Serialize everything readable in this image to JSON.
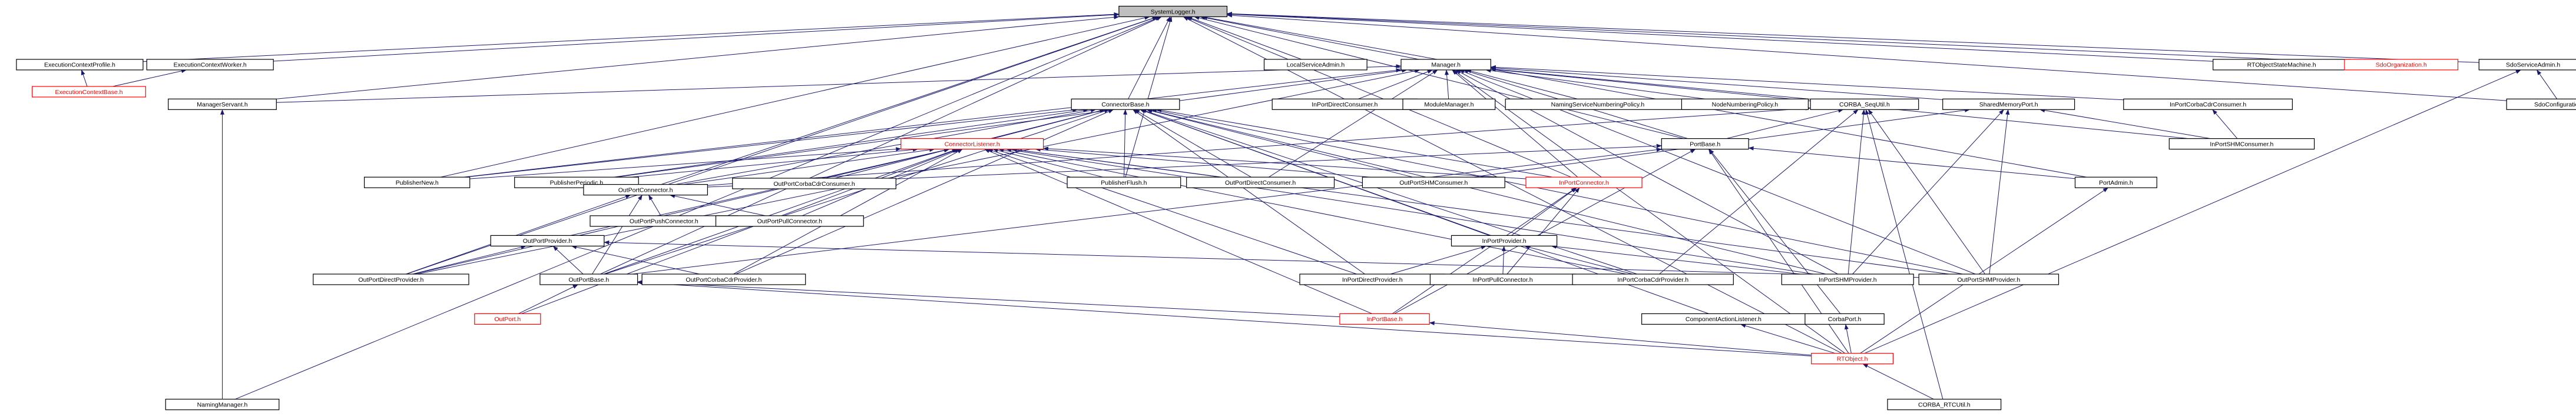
{
  "graph": {
    "edge_color": "#191970",
    "red_node_color": "#ff0000",
    "root_fill": "#bfbfbf",
    "nodes": [
      {
        "id": "SystemLogger",
        "label": "SystemLogger.h",
        "style": "root"
      },
      {
        "id": "ExecutionContextProfile",
        "label": "ExecutionContextProfile.h"
      },
      {
        "id": "ExecutionContextWorker",
        "label": "ExecutionContextWorker.h"
      },
      {
        "id": "ExecutionContextBase",
        "label": "ExecutionContextBase.h",
        "style": "red"
      },
      {
        "id": "ManagerServant",
        "label": "ManagerServant.h"
      },
      {
        "id": "LocalServiceAdmin",
        "label": "LocalServiceAdmin.h"
      },
      {
        "id": "Manager",
        "label": "Manager.h"
      },
      {
        "id": "RTObjectStateMachine",
        "label": "RTObjectStateMachine.h"
      },
      {
        "id": "SdoOrganization",
        "label": "SdoOrganization.h",
        "style": "red"
      },
      {
        "id": "SdoServiceAdmin",
        "label": "SdoServiceAdmin.h"
      },
      {
        "id": "SdoConfiguration",
        "label": "SdoConfiguration.h"
      },
      {
        "id": "ConnectorBase",
        "label": "ConnectorBase.h"
      },
      {
        "id": "InPortDirectConsumer",
        "label": "InPortDirectConsumer.h"
      },
      {
        "id": "ModuleManager",
        "label": "ModuleManager.h"
      },
      {
        "id": "NamingServiceNumberingPolicy",
        "label": "NamingServiceNumberingPolicy.h"
      },
      {
        "id": "NodeNumberingPolicy",
        "label": "NodeNumberingPolicy.h"
      },
      {
        "id": "CORBA_SeqUtil",
        "label": "CORBA_SeqUtil.h"
      },
      {
        "id": "SharedMemoryPort",
        "label": "SharedMemoryPort.h"
      },
      {
        "id": "InPortCorbaCdrConsumer",
        "label": "InPortCorbaCdrConsumer.h"
      },
      {
        "id": "InPortSHMConsumer",
        "label": "InPortSHMConsumer.h"
      },
      {
        "id": "ConnectorListener",
        "label": "ConnectorListener.h",
        "style": "red"
      },
      {
        "id": "PortBase",
        "label": "PortBase.h"
      },
      {
        "id": "PublisherNew",
        "label": "PublisherNew.h"
      },
      {
        "id": "PublisherPeriodic",
        "label": "PublisherPeriodic.h"
      },
      {
        "id": "OutPortConnector",
        "label": "OutPortConnector.h"
      },
      {
        "id": "OutPortCorbaCdrConsumer",
        "label": "OutPortCorbaCdrConsumer.h"
      },
      {
        "id": "PublisherFlush",
        "label": "PublisherFlush.h"
      },
      {
        "id": "OutPortDirectConsumer",
        "label": "OutPortDirectConsumer.h"
      },
      {
        "id": "OutPortSHMConsumer",
        "label": "OutPortSHMConsumer.h"
      },
      {
        "id": "InPortConnector",
        "label": "InPortConnector.h",
        "style": "red"
      },
      {
        "id": "PortAdmin",
        "label": "PortAdmin.h"
      },
      {
        "id": "OutPortPushConnector",
        "label": "OutPortPushConnector.h"
      },
      {
        "id": "OutPortPullConnector",
        "label": "OutPortPullConnector.h"
      },
      {
        "id": "OutPortProvider",
        "label": "OutPortProvider.h"
      },
      {
        "id": "InPortProvider",
        "label": "InPortProvider.h"
      },
      {
        "id": "OutPortDirectProvider",
        "label": "OutPortDirectProvider.h"
      },
      {
        "id": "OutPortBase",
        "label": "OutPortBase.h"
      },
      {
        "id": "OutPortCorbaCdrProvider",
        "label": "OutPortCorbaCdrProvider.h"
      },
      {
        "id": "InPortDirectProvider",
        "label": "InPortDirectProvider.h"
      },
      {
        "id": "InPortPullConnector",
        "label": "InPortPullConnector.h"
      },
      {
        "id": "InPortCorbaCdrProvider",
        "label": "InPortCorbaCdrProvider.h"
      },
      {
        "id": "InPortSHMProvider",
        "label": "InPortSHMProvider.h"
      },
      {
        "id": "OutPortSHMProvider",
        "label": "OutPortSHMProvider.h"
      },
      {
        "id": "OutPort",
        "label": "OutPort.h",
        "style": "red"
      },
      {
        "id": "InPortBase",
        "label": "InPortBase.h",
        "style": "red"
      },
      {
        "id": "ComponentActionListener",
        "label": "ComponentActionListener.h"
      },
      {
        "id": "CorbaPort",
        "label": "CorbaPort.h"
      },
      {
        "id": "RTObject",
        "label": "RTObject.h",
        "style": "red"
      },
      {
        "id": "NamingManager",
        "label": "NamingManager.h"
      },
      {
        "id": "CORBA_RTCUtil",
        "label": "CORBA_RTCUtil.h"
      }
    ],
    "edges": [
      [
        "ExecutionContextProfile",
        "SystemLogger"
      ],
      [
        "ExecutionContextWorker",
        "SystemLogger"
      ],
      [
        "ManagerServant",
        "SystemLogger"
      ],
      [
        "LocalServiceAdmin",
        "SystemLogger"
      ],
      [
        "Manager",
        "SystemLogger"
      ],
      [
        "RTObjectStateMachine",
        "SystemLogger"
      ],
      [
        "SdoOrganization",
        "SystemLogger"
      ],
      [
        "SdoServiceAdmin",
        "SystemLogger"
      ],
      [
        "SdoConfiguration",
        "SystemLogger"
      ],
      [
        "ConnectorBase",
        "SystemLogger"
      ],
      [
        "PortBase",
        "SystemLogger"
      ],
      [
        "PublisherNew",
        "SystemLogger"
      ],
      [
        "PublisherFlush",
        "SystemLogger"
      ],
      [
        "OutPortConnector",
        "SystemLogger"
      ],
      [
        "InPortConnector",
        "SystemLogger"
      ],
      [
        "PortAdmin",
        "SystemLogger"
      ],
      [
        "OutPortBase",
        "SystemLogger"
      ],
      [
        "OutPortDirectProvider",
        "SystemLogger"
      ],
      [
        "RTObject",
        "SystemLogger"
      ],
      [
        "NamingManager",
        "SystemLogger"
      ],
      [
        "ExecutionContextBase",
        "ExecutionContextProfile"
      ],
      [
        "ExecutionContextBase",
        "ExecutionContextWorker"
      ],
      [
        "NamingManager",
        "ManagerServant"
      ],
      [
        "ManagerServant",
        "Manager"
      ],
      [
        "InPortDirectConsumer",
        "Manager"
      ],
      [
        "ModuleManager",
        "Manager"
      ],
      [
        "NamingServiceNumberingPolicy",
        "Manager"
      ],
      [
        "NodeNumberingPolicy",
        "Manager"
      ],
      [
        "CORBA_SeqUtil",
        "Manager"
      ],
      [
        "SharedMemoryPort",
        "Manager"
      ],
      [
        "InPortCorbaCdrConsumer",
        "Manager"
      ],
      [
        "InPortSHMConsumer",
        "Manager"
      ],
      [
        "PortBase",
        "Manager"
      ],
      [
        "PublisherNew",
        "Manager"
      ],
      [
        "PublisherPeriodic",
        "Manager"
      ],
      [
        "OutPortDirectConsumer",
        "Manager"
      ],
      [
        "InPortConnector",
        "Manager"
      ],
      [
        "InPortSHMProvider",
        "Manager"
      ],
      [
        "OutPortSHMProvider",
        "Manager"
      ],
      [
        "OutPortDirectProvider",
        "Manager"
      ],
      [
        "RTObject",
        "Manager"
      ],
      [
        "SdoConfiguration",
        "SdoServiceAdmin"
      ],
      [
        "RTObject",
        "SdoServiceAdmin"
      ],
      [
        "ConnectorListener",
        "ConnectorBase"
      ],
      [
        "PublisherNew",
        "ConnectorBase"
      ],
      [
        "PublisherPeriodic",
        "ConnectorBase"
      ],
      [
        "PublisherFlush",
        "ConnectorBase"
      ],
      [
        "OutPortConnector",
        "ConnectorBase"
      ],
      [
        "OutPortCorbaCdrConsumer",
        "ConnectorBase"
      ],
      [
        "OutPortDirectConsumer",
        "ConnectorBase"
      ],
      [
        "OutPortSHMConsumer",
        "ConnectorBase"
      ],
      [
        "InPortConnector",
        "ConnectorBase"
      ],
      [
        "InPortProvider",
        "ConnectorBase"
      ],
      [
        "InPortDirectProvider",
        "ConnectorBase"
      ],
      [
        "InPortCorbaCdrProvider",
        "ConnectorBase"
      ],
      [
        "InPortSHMProvider",
        "ConnectorBase"
      ],
      [
        "OutPortSHMProvider",
        "ConnectorBase"
      ],
      [
        "OutPortBase",
        "ConnectorBase"
      ],
      [
        "OutPortCorbaCdrProvider",
        "ConnectorBase"
      ],
      [
        "ComponentActionListener",
        "ConnectorBase"
      ],
      [
        "PortBase",
        "CORBA_SeqUtil"
      ],
      [
        "OutPortConnector",
        "CORBA_SeqUtil"
      ],
      [
        "InPortCorbaCdrProvider",
        "CORBA_SeqUtil"
      ],
      [
        "InPortSHMProvider",
        "CORBA_SeqUtil"
      ],
      [
        "OutPortSHMProvider",
        "CORBA_SeqUtil"
      ],
      [
        "CORBA_RTCUtil",
        "CORBA_SeqUtil"
      ],
      [
        "InPortSHMProvider",
        "SharedMemoryPort"
      ],
      [
        "OutPortSHMProvider",
        "SharedMemoryPort"
      ],
      [
        "InPortSHMConsumer",
        "SharedMemoryPort"
      ],
      [
        "OutPortSHMConsumer",
        "SharedMemoryPort"
      ],
      [
        "InPortSHMConsumer",
        "InPortCorbaCdrConsumer"
      ],
      [
        "PublisherNew",
        "ConnectorListener"
      ],
      [
        "PublisherPeriodic",
        "ConnectorListener"
      ],
      [
        "PublisherFlush",
        "ConnectorListener"
      ],
      [
        "OutPortConnector",
        "ConnectorListener"
      ],
      [
        "OutPortDirectConsumer",
        "ConnectorListener"
      ],
      [
        "OutPortSHMConsumer",
        "ConnectorListener"
      ],
      [
        "InPortConnector",
        "ConnectorListener"
      ],
      [
        "OutPortPullConnector",
        "ConnectorListener"
      ],
      [
        "OutPortProvider",
        "ConnectorListener"
      ],
      [
        "OutPortDirectProvider",
        "ConnectorListener"
      ],
      [
        "OutPortBase",
        "ConnectorListener"
      ],
      [
        "OutPortCorbaCdrProvider",
        "ConnectorListener"
      ],
      [
        "InPortDirectProvider",
        "ConnectorListener"
      ],
      [
        "InPortCorbaCdrProvider",
        "ConnectorListener"
      ],
      [
        "InPortSHMProvider",
        "ConnectorListener"
      ],
      [
        "OutPortSHMProvider",
        "ConnectorListener"
      ],
      [
        "InPortBase",
        "ConnectorListener"
      ],
      [
        "OutPort",
        "ConnectorListener"
      ],
      [
        "PortAdmin",
        "PortBase"
      ],
      [
        "CorbaPort",
        "PortBase"
      ],
      [
        "RTObject",
        "PortBase"
      ],
      [
        "OutPortBase",
        "PortBase"
      ],
      [
        "InPortBase",
        "PortBase"
      ],
      [
        "OutPortConnector",
        "PortBase"
      ],
      [
        "OutPortPushConnector",
        "OutPortConnector"
      ],
      [
        "OutPortPullConnector",
        "OutPortConnector"
      ],
      [
        "OutPortBase",
        "OutPortConnector"
      ],
      [
        "OutPortDirectProvider",
        "OutPortConnector"
      ],
      [
        "InPortProvider",
        "InPortConnector"
      ],
      [
        "InPortPullConnector",
        "InPortConnector"
      ],
      [
        "InPortBase",
        "InPortConnector"
      ],
      [
        "RTObject",
        "PortAdmin"
      ],
      [
        "OutPortBase",
        "OutPortProvider"
      ],
      [
        "OutPortDirectProvider",
        "OutPortProvider"
      ],
      [
        "OutPortCorbaCdrProvider",
        "OutPortProvider"
      ],
      [
        "OutPortSHMProvider",
        "OutPortProvider"
      ],
      [
        "InPortDirectProvider",
        "InPortProvider"
      ],
      [
        "InPortPullConnector",
        "InPortProvider"
      ],
      [
        "InPortCorbaCdrProvider",
        "InPortProvider"
      ],
      [
        "InPortSHMProvider",
        "InPortProvider"
      ],
      [
        "OutPort",
        "OutPortBase"
      ],
      [
        "InPortBase",
        "OutPortBase"
      ],
      [
        "RTObject",
        "OutPortBase"
      ],
      [
        "RTObject",
        "InPortBase"
      ],
      [
        "RTObject",
        "ComponentActionListener"
      ],
      [
        "RTObject",
        "CorbaPort"
      ],
      [
        "CORBA_RTCUtil",
        "RTObject"
      ]
    ]
  }
}
